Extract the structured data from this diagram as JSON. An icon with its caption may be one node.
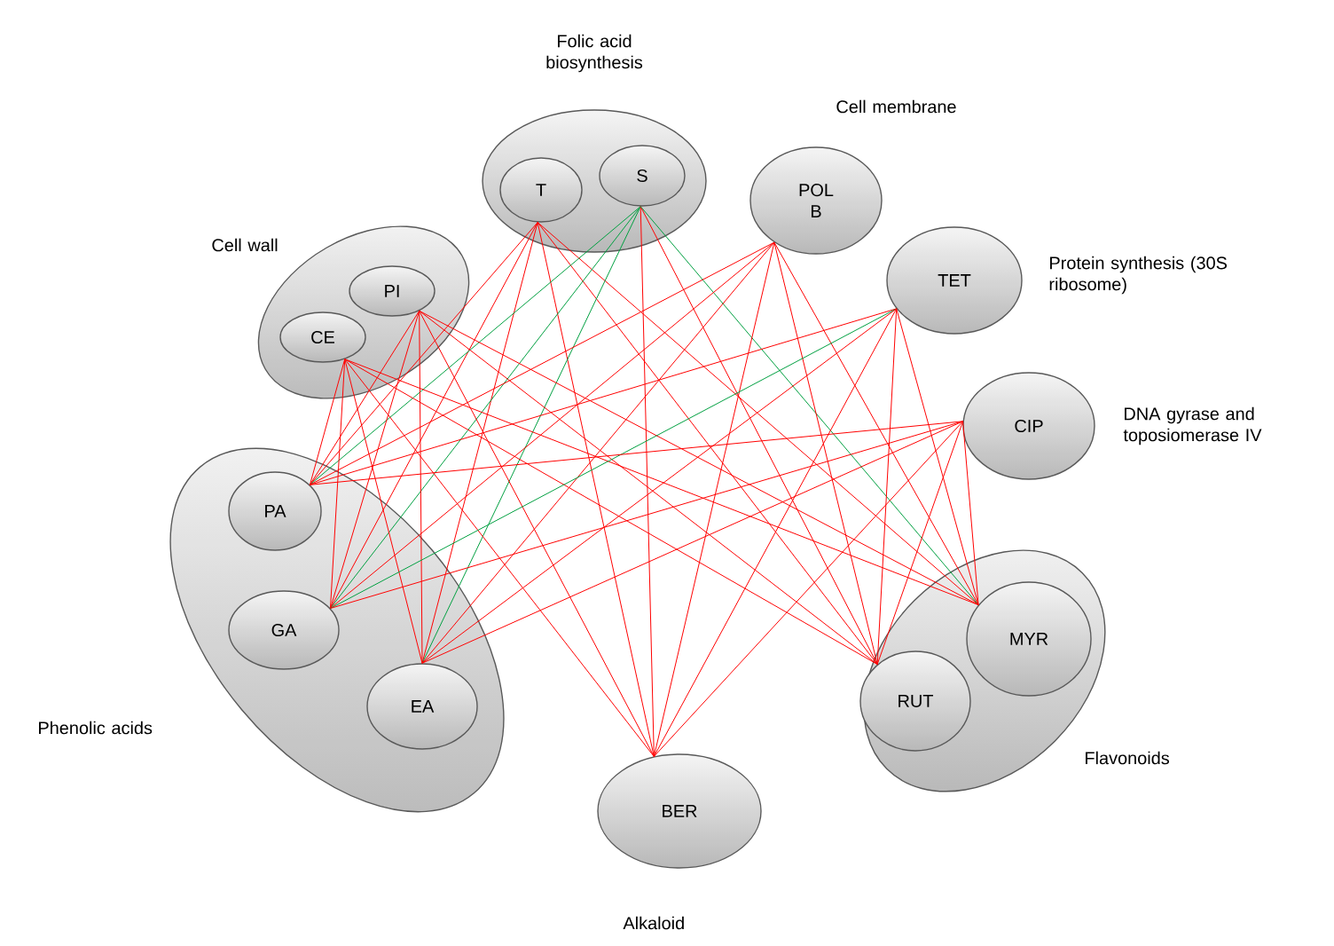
{
  "diagram": {
    "nodes": [
      {
        "text": [
          "Folic acid biosynthesis"
        ]
      },
      {
        "text": [
          "T"
        ],
        "in": 0
      },
      {
        "text": [
          "S"
        ],
        "in": 0
      },
      {
        "text": [
          "POL B"
        ],
        "beside": [
          "Cell membrane"
        ]
      },
      {
        "text": [
          "Cell wall"
        ]
      },
      {
        "text": [
          "PI"
        ],
        "in": 4
      },
      {
        "text": [
          "CE"
        ],
        "in": 4
      },
      {
        "text": [
          "TET"
        ],
        "beside": [
          "Protein synthesis (30S ribosome)"
        ]
      },
      {
        "text": [
          "CIP"
        ],
        "beside": [
          "DNA gyrase and toposiomerase IV"
        ]
      },
      {
        "text": [
          "Phenolic acids"
        ]
      },
      {
        "text": [
          "PA"
        ],
        "in": 9
      },
      {
        "text": [
          "GA"
        ],
        "in": 9
      },
      {
        "text": [
          "EA"
        ],
        "in": 9
      },
      {
        "text": [
          "Flavonoids"
        ]
      },
      {
        "text": [
          "MYR"
        ],
        "in": 13
      },
      {
        "text": [
          "RUT"
        ],
        "in": 13
      },
      {
        "text": [
          "BER"
        ],
        "beside": [
          "Alkaloid"
        ]
      }
    ],
    "edges": [
      {
        "from": 1,
        "to": 10,
        "arrow": "none"
      },
      {
        "from": 1,
        "to": 11,
        "arrow": "none"
      },
      {
        "from": 1,
        "to": 12,
        "arrow": "none"
      },
      {
        "from": 1,
        "to": 16,
        "arrow": "none"
      },
      {
        "from": 1,
        "to": 15,
        "arrow": "none"
      },
      {
        "from": 1,
        "to": 14,
        "arrow": "none"
      },
      {
        "from": 2,
        "to": 10,
        "arrow": "none",
        "color": "#00a040"
      },
      {
        "from": 2,
        "to": 11,
        "arrow": "none",
        "color": "#00a040"
      },
      {
        "from": 2,
        "to": 12,
        "arrow": "none",
        "color": "#00a040"
      },
      {
        "from": 2,
        "to": 16,
        "arrow": "none"
      },
      {
        "from": 2,
        "to": 15,
        "arrow": "none"
      },
      {
        "from": 2,
        "to": 14,
        "arrow": "none",
        "color": "#00a040"
      },
      {
        "from": 3,
        "to": 10,
        "arrow": "none"
      },
      {
        "from": 3,
        "to": 11,
        "arrow": "none"
      },
      {
        "from": 3,
        "to": 12,
        "arrow": "none"
      },
      {
        "from": 3,
        "to": 16,
        "arrow": "none"
      },
      {
        "from": 3,
        "to": 15,
        "arrow": "none"
      },
      {
        "from": 3,
        "to": 14,
        "arrow": "none"
      },
      {
        "from": 6,
        "to": 10,
        "arrow": "none"
      },
      {
        "from": 6,
        "to": 11,
        "arrow": "none"
      },
      {
        "from": 6,
        "to": 12,
        "arrow": "none"
      },
      {
        "from": 6,
        "to": 16,
        "arrow": "none"
      },
      {
        "from": 6,
        "to": 15,
        "arrow": "none"
      },
      {
        "from": 6,
        "to": 14,
        "arrow": "none"
      },
      {
        "from": 5,
        "to": 10,
        "arrow": "none"
      },
      {
        "from": 5,
        "to": 11,
        "arrow": "none"
      },
      {
        "from": 5,
        "to": 12,
        "arrow": "none"
      },
      {
        "from": 5,
        "to": 16,
        "arrow": "none"
      },
      {
        "from": 5,
        "to": 15,
        "arrow": "none"
      },
      {
        "from": 5,
        "to": 14,
        "arrow": "none"
      },
      {
        "from": 7,
        "to": 10,
        "arrow": "none"
      },
      {
        "from": 7,
        "to": 11,
        "arrow": "none",
        "color": "#00a040"
      },
      {
        "from": 7,
        "to": 12,
        "arrow": "none"
      },
      {
        "from": 7,
        "to": 16,
        "arrow": "none"
      },
      {
        "from": 7,
        "to": 15,
        "arrow": "none"
      },
      {
        "from": 7,
        "to": 14,
        "arrow": "none"
      },
      {
        "from": 8,
        "to": 10,
        "arrow": "none"
      },
      {
        "from": 8,
        "to": 11,
        "arrow": "none"
      },
      {
        "from": 8,
        "to": 12,
        "arrow": "none"
      },
      {
        "from": 8,
        "to": 16,
        "arrow": "none"
      },
      {
        "from": 8,
        "to": 15,
        "arrow": "none"
      },
      {
        "from": 8,
        "to": 14,
        "arrow": "none"
      }
    ]
  }
}
